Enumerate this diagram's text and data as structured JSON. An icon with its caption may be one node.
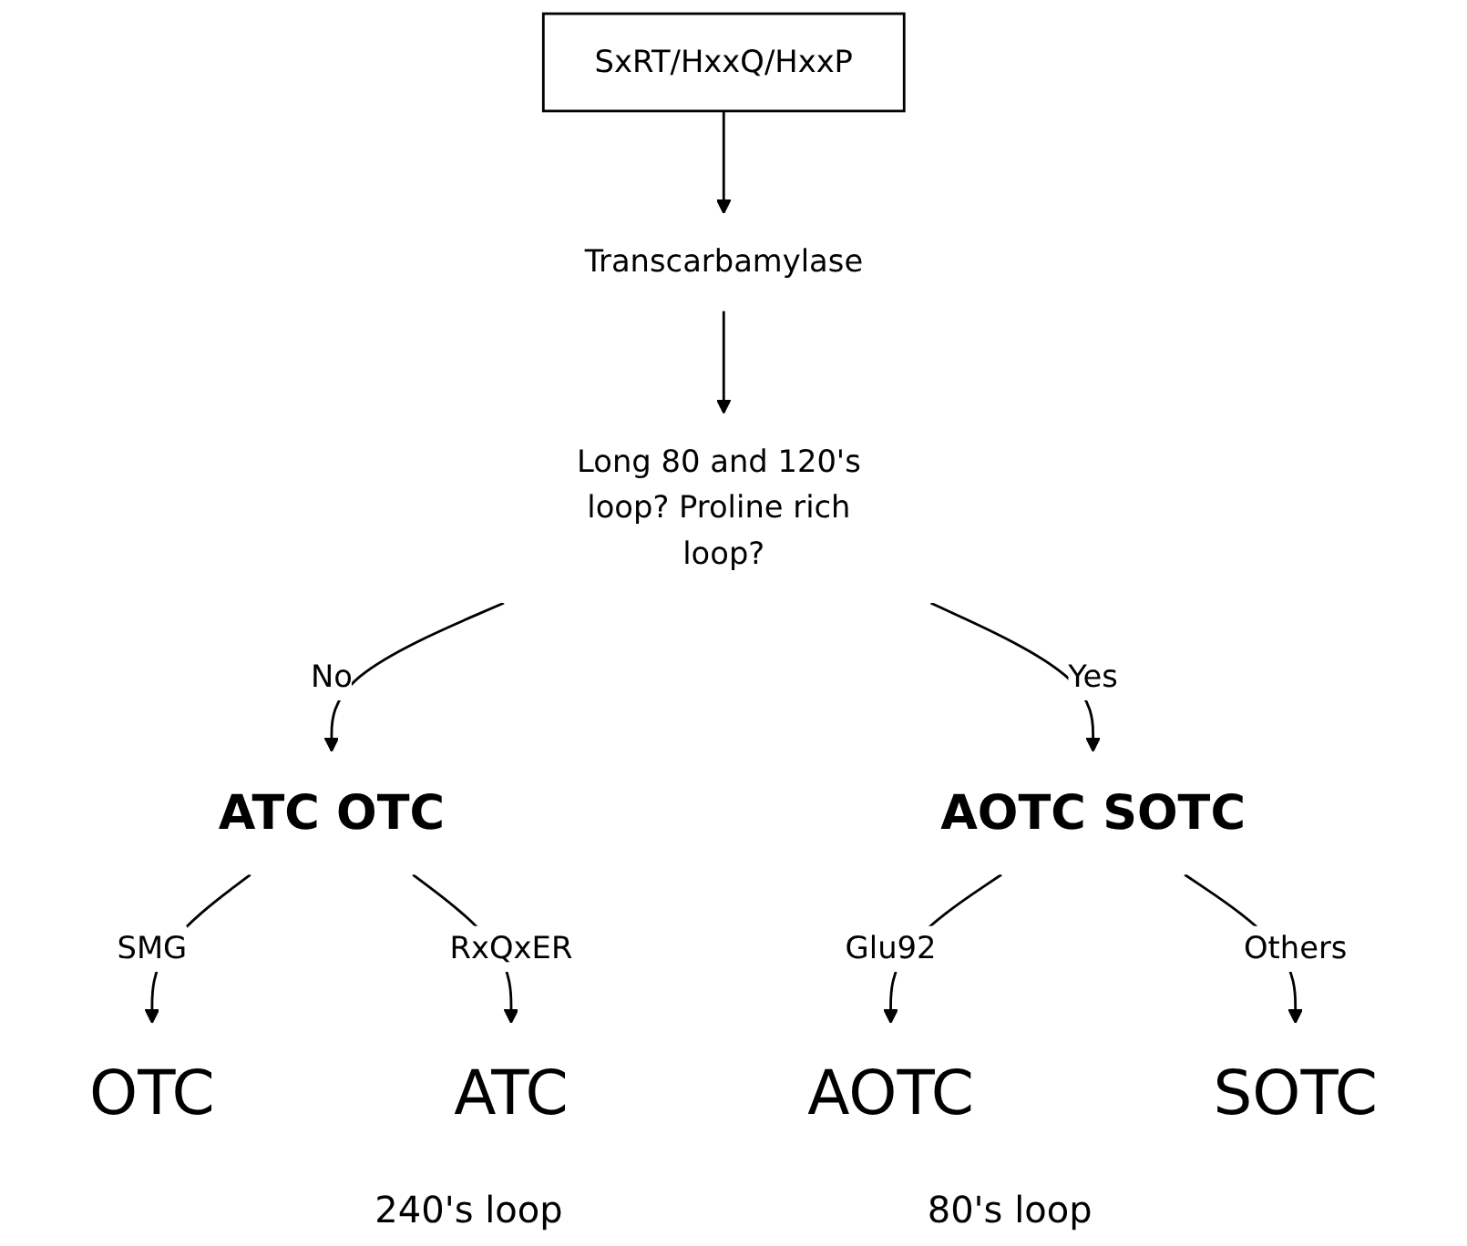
{
  "diagram": {
    "nodes": [
      {
        "text": [
          "SxRT/HxxQ/HxxP"
        ]
      },
      {
        "text": [
          "Transcarbamylase"
        ]
      },
      {
        "text": [
          "Long 80 and 120's loop? Proline rich loop?"
        ]
      },
      {
        "text": [
          "ATC OTC"
        ]
      },
      {
        "text": [
          "AOTC SOTC"
        ]
      },
      {
        "text": [
          "OTC"
        ]
      },
      {
        "text": [
          "ATC"
        ]
      },
      {
        "text": [
          "AOTC"
        ]
      },
      {
        "text": [
          "SOTC"
        ]
      }
    ],
    "edges": [
      {
        "from": 0,
        "to": 1,
        "arrow": "to"
      },
      {
        "from": 1,
        "to": 2,
        "arrow": "to"
      },
      {
        "from": 2,
        "to": 3,
        "label": "No",
        "arrow": "to"
      },
      {
        "from": 2,
        "to": 4,
        "label": "Yes",
        "arrow": "to"
      },
      {
        "from": 3,
        "to": 5,
        "label": "SMG",
        "arrow": "to"
      },
      {
        "from": 3,
        "to": 6,
        "label": "RxQxER",
        "arrow": "to"
      },
      {
        "from": 4,
        "to": 7,
        "label": "Glu92",
        "arrow": "to"
      },
      {
        "from": 4,
        "to": 8,
        "label": "Others",
        "arrow": "to"
      }
    ],
    "labels": [
      "240's loop",
      "80's loop"
    ]
  }
}
